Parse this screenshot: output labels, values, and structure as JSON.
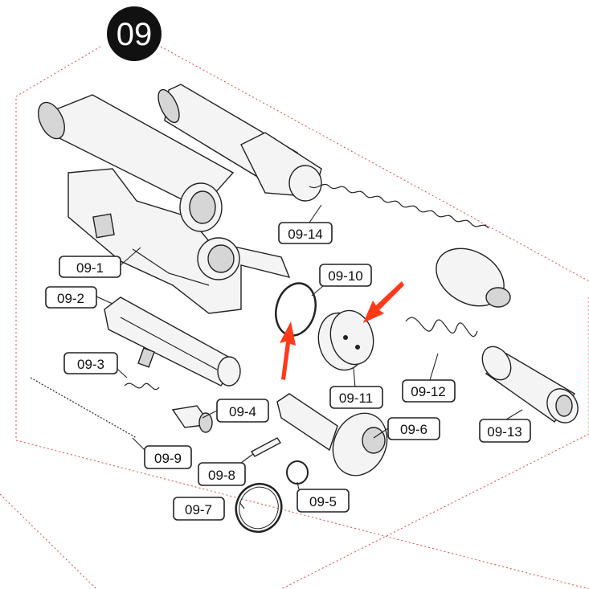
{
  "badge": {
    "text": "09",
    "color": "#111111"
  },
  "frame_color": "#e0473a",
  "arrow_color": "#ff3a1a",
  "labels": {
    "p01": "09-1",
    "p02": "09-2",
    "p03": "09-3",
    "p04": "09-4",
    "p05": "09-5",
    "p06": "09-6",
    "p07": "09-7",
    "p08": "09-8",
    "p09": "09-9",
    "p10": "09-10",
    "p11": "09-11",
    "p12": "09-12",
    "p13": "09-13",
    "p14": "09-14"
  },
  "icons": {
    "arrows": "red-arrow-icon"
  }
}
